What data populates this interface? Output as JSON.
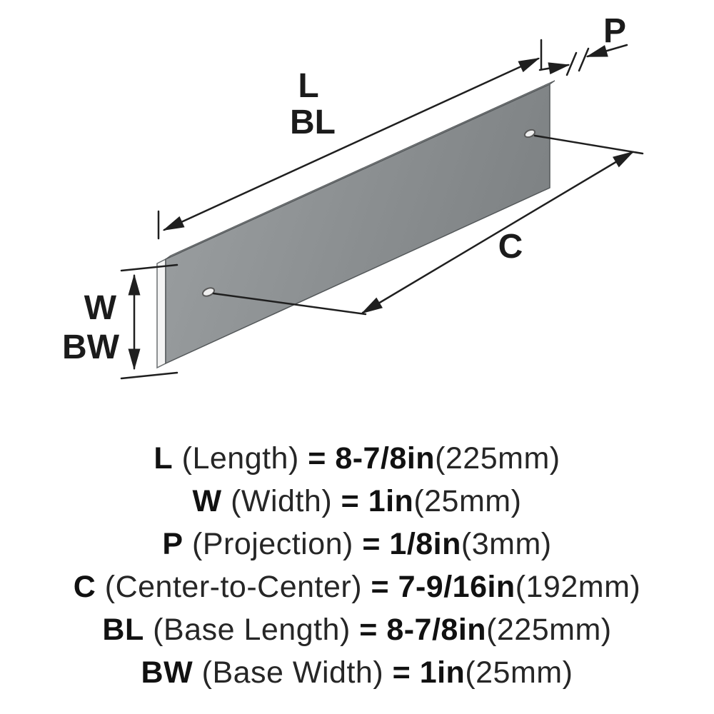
{
  "diagram": {
    "labels": {
      "length": "L",
      "base_length": "BL",
      "projection": "P",
      "center_to_center": "C",
      "width": "W",
      "base_width": "BW"
    }
  },
  "legend": {
    "rows": [
      {
        "symbol": "L",
        "name": "(Length)",
        "equals": "=",
        "value": "8-7/8in",
        "metric": "(225mm)"
      },
      {
        "symbol": "W",
        "name": "(Width)",
        "equals": "=",
        "value": "1in",
        "metric": "(25mm)"
      },
      {
        "symbol": "P",
        "name": "(Projection)",
        "equals": "=",
        "value": "1/8in",
        "metric": "(3mm)"
      },
      {
        "symbol": "C",
        "name": "(Center-to-Center)",
        "equals": "=",
        "value": "7-9/16in",
        "metric": "(192mm)"
      },
      {
        "symbol": "BL",
        "name": "(Base Length)",
        "equals": "=",
        "value": "8-7/8in",
        "metric": "(225mm)"
      },
      {
        "symbol": "BW",
        "name": "(Base Width)",
        "equals": "=",
        "value": "1in",
        "metric": "(25mm)"
      }
    ]
  },
  "colors": {
    "bar_fill_light": "#9ca0a2",
    "bar_fill_dark": "#7f8385",
    "bar_end_cap": "#f4f4f4",
    "bar_top_face": "#c2c5c6",
    "dimension_line": "#1f1f1f",
    "background": "#ffffff"
  }
}
